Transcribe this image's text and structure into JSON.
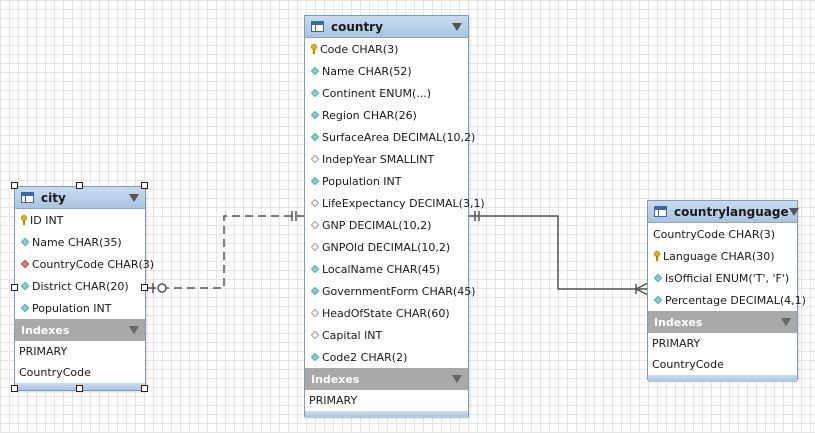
{
  "entities": {
    "city": {
      "title": "city",
      "columns": [
        "ID INT",
        "Name CHAR(35)",
        "CountryCode CHAR(3)",
        "District CHAR(20)",
        "Population INT"
      ],
      "indexes_label": "Indexes",
      "indexes": [
        "PRIMARY",
        "CountryCode"
      ]
    },
    "country": {
      "title": "country",
      "columns": [
        "Code CHAR(3)",
        "Name CHAR(52)",
        "Continent ENUM(...)",
        "Region CHAR(26)",
        "SurfaceArea DECIMAL(10,2)",
        "IndepYear SMALLINT",
        "Population INT",
        "LifeExpectancy DECIMAL(3,1)",
        "GNP DECIMAL(10,2)",
        "GNPOld DECIMAL(10,2)",
        "LocalName CHAR(45)",
        "GovernmentForm CHAR(45)",
        "HeadOfState CHAR(60)",
        "Capital INT",
        "Code2 CHAR(2)"
      ],
      "indexes_label": "Indexes",
      "indexes": [
        "PRIMARY"
      ]
    },
    "countrylanguage": {
      "title": "countrylanguage",
      "columns": [
        "CountryCode CHAR(3)",
        "Language CHAR(30)",
        "IsOfficial ENUM('T', 'F')",
        "Percentage DECIMAL(4,1)"
      ],
      "indexes_label": "Indexes",
      "indexes": [
        "PRIMARY",
        "CountryCode"
      ]
    }
  },
  "icons": {
    "primary_key": "key-icon",
    "column": "column-diamond-icon",
    "nullable_column": "nullable-column-diamond-icon",
    "foreign_key": "foreign-key-diamond-icon",
    "table": "table-icon",
    "collapse": "collapse-triangle-icon"
  },
  "colors": {
    "header": "#a9c4e1",
    "border": "#7f9db9",
    "indexes_header": "#a9a9a9",
    "key": "#e6b800",
    "column_diamond": "#7fd0d6",
    "fk_diamond": "#e07a6a",
    "connector": "#555555"
  }
}
